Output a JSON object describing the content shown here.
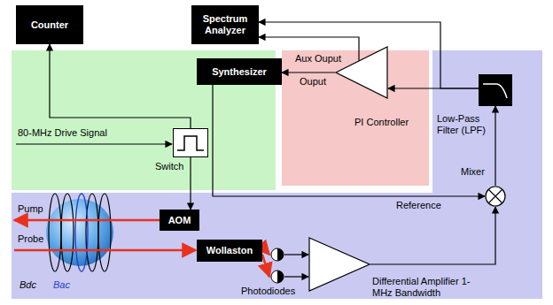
{
  "diagram": {
    "nodes": [
      {
        "text": [
          "Counter"
        ]
      },
      {
        "text": [
          "Spectrum Analyzer"
        ]
      },
      {
        "text": [
          "Synthesizer"
        ]
      },
      {
        "text": [
          "Switch"
        ]
      },
      {
        "text": [
          "PI Controller"
        ]
      },
      {
        "text": [
          "Low-Pass Filter (LPF)"
        ]
      },
      {
        "text": [
          "Mixer"
        ]
      },
      {
        "text": [
          "AOM"
        ]
      },
      {
        "text": [
          "Wollaston"
        ]
      },
      {
        "text": [
          "Photodiodes"
        ]
      },
      {
        "text": [
          "Differential Amplifier 1-MHz Bandwidth"
        ]
      }
    ],
    "edges": [
      {
        "from": 3,
        "to": 0,
        "arrow": "to"
      },
      {
        "from": 3,
        "to": 7,
        "arrow": "to"
      },
      {
        "from": 2,
        "to": 6,
        "label": "Reference",
        "arrow": "to"
      },
      {
        "from": 4,
        "to": 2,
        "label": "Ouput",
        "arrow": "to"
      },
      {
        "from": 4,
        "to": 1,
        "label": "Aux Ouput",
        "arrow": "to"
      },
      {
        "from": 5,
        "to": 4,
        "arrow": "to"
      },
      {
        "from": 5,
        "to": 1,
        "arrow": "to"
      },
      {
        "from": 6,
        "to": 5,
        "arrow": "to"
      },
      {
        "from": 8,
        "to": 9,
        "arrow": "to"
      },
      {
        "from": 9,
        "to": 10,
        "arrow": "to"
      },
      {
        "from": 10,
        "to": 6,
        "arrow": "to"
      }
    ],
    "labels": [
      "80-MHz Drive Signal",
      "Pump",
      "Probe",
      "Bdc",
      "Bac"
    ]
  }
}
